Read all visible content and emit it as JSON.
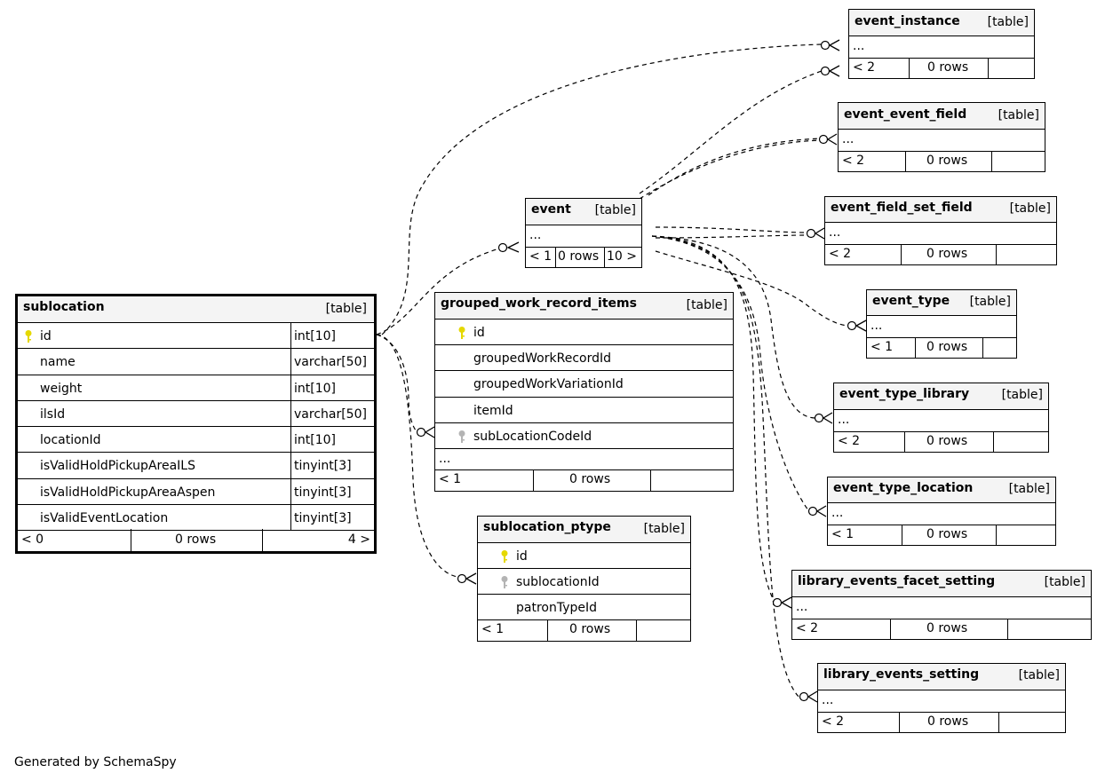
{
  "footer": "Generated by SchemaSpy",
  "tables": {
    "event_instance": {
      "name": "event_instance",
      "type": "[table]",
      "ellipsis": "...",
      "parents": "< 2",
      "rows": "0 rows",
      "children": ""
    },
    "event_event_field": {
      "name": "event_event_field",
      "type": "[table]",
      "ellipsis": "...",
      "parents": "< 2",
      "rows": "0 rows",
      "children": ""
    },
    "event_field_set_field": {
      "name": "event_field_set_field",
      "type": "[table]",
      "ellipsis": "...",
      "parents": "< 2",
      "rows": "0 rows",
      "children": ""
    },
    "event": {
      "name": "event",
      "type": "[table]",
      "ellipsis": "...",
      "parents": "< 1",
      "rows": "0 rows",
      "children": "10 >"
    },
    "event_type": {
      "name": "event_type",
      "type": "[table]",
      "ellipsis": "...",
      "parents": "< 1",
      "rows": "0 rows",
      "children": ""
    },
    "event_type_library": {
      "name": "event_type_library",
      "type": "[table]",
      "ellipsis": "...",
      "parents": "< 2",
      "rows": "0 rows",
      "children": ""
    },
    "event_type_location": {
      "name": "event_type_location",
      "type": "[table]",
      "ellipsis": "...",
      "parents": "< 1",
      "rows": "0 rows",
      "children": ""
    },
    "library_events_facet_setting": {
      "name": "library_events_facet_setting",
      "type": "[table]",
      "ellipsis": "...",
      "parents": "< 2",
      "rows": "0 rows",
      "children": ""
    },
    "library_events_setting": {
      "name": "library_events_setting",
      "type": "[table]",
      "ellipsis": "...",
      "parents": "< 2",
      "rows": "0 rows",
      "children": ""
    },
    "sublocation": {
      "name": "sublocation",
      "type": "[table]",
      "columns": [
        {
          "name": "id",
          "type": "int[10]",
          "key": "primary"
        },
        {
          "name": "name",
          "type": "varchar[50]",
          "key": ""
        },
        {
          "name": "weight",
          "type": "int[10]",
          "key": ""
        },
        {
          "name": "ilsId",
          "type": "varchar[50]",
          "key": ""
        },
        {
          "name": "locationId",
          "type": "int[10]",
          "key": ""
        },
        {
          "name": "isValidHoldPickupAreaILS",
          "type": "tinyint[3]",
          "key": ""
        },
        {
          "name": "isValidHoldPickupAreaAspen",
          "type": "tinyint[3]",
          "key": ""
        },
        {
          "name": "isValidEventLocation",
          "type": "tinyint[3]",
          "key": ""
        }
      ],
      "parents": "< 0",
      "rows": "0 rows",
      "children": "4 >"
    },
    "grouped_work_record_items": {
      "name": "grouped_work_record_items",
      "type": "[table]",
      "columns": [
        {
          "name": "id",
          "key": "primary"
        },
        {
          "name": "groupedWorkRecordId",
          "key": ""
        },
        {
          "name": "groupedWorkVariationId",
          "key": ""
        },
        {
          "name": "itemId",
          "key": ""
        },
        {
          "name": "subLocationCodeId",
          "key": "foreign"
        }
      ],
      "ellipsis": "...",
      "parents": "< 1",
      "rows": "0 rows",
      "children": ""
    },
    "sublocation_ptype": {
      "name": "sublocation_ptype",
      "type": "[table]",
      "columns": [
        {
          "name": "id",
          "key": "primary"
        },
        {
          "name": "sublocationId",
          "key": "foreign"
        },
        {
          "name": "patronTypeId",
          "key": ""
        }
      ],
      "parents": "< 1",
      "rows": "0 rows",
      "children": ""
    }
  },
  "colors": {
    "primary_key": "#e5d800",
    "foreign_key": "#b4b4b4",
    "header_bg": "#f4f4f4"
  }
}
